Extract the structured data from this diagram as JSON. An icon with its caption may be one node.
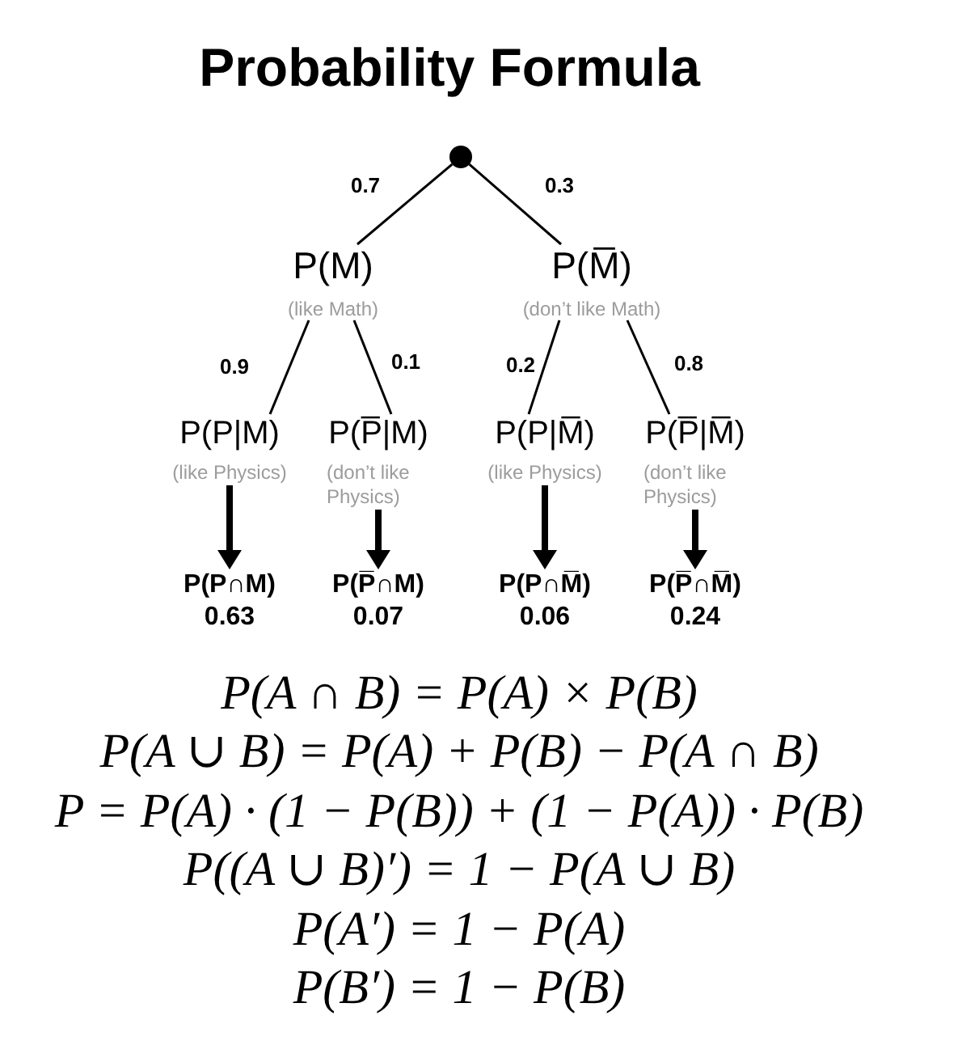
{
  "diagram": {
    "title": "Probability Formula",
    "nodes": [
      {
        "text": [],
        "shape": "circle"
      },
      {
        "text": [
          "P(M)",
          "(like Math)"
        ]
      },
      {
        "text": [
          "P(M̅)",
          "(don’t like Math)"
        ]
      },
      {
        "text": [
          "P(P|M)",
          "(like Physics)"
        ]
      },
      {
        "text": [
          "P(P̅|M)",
          "(don’t like Physics)"
        ]
      },
      {
        "text": [
          "P(P|M̅)",
          "(like Physics)"
        ]
      },
      {
        "text": [
          "P(P̅|M̅)",
          "(don’t like Physics)"
        ]
      },
      {
        "text": [
          "P(P∩M)",
          "0.63"
        ]
      },
      {
        "text": [
          "P(P̅∩M)",
          "0.07"
        ]
      },
      {
        "text": [
          "P(P∩M̅)",
          "0.06"
        ]
      },
      {
        "text": [
          "P(P̅∩M̅)",
          "0.24"
        ]
      }
    ],
    "edges": [
      {
        "from": 0,
        "to": 1,
        "arrow": "none",
        "label": "0.7"
      },
      {
        "from": 0,
        "to": 2,
        "arrow": "none",
        "label": "0.3"
      },
      {
        "from": 1,
        "to": 3,
        "arrow": "none",
        "label": "0.9"
      },
      {
        "from": 1,
        "to": 4,
        "arrow": "none",
        "label": "0.1"
      },
      {
        "from": 2,
        "to": 5,
        "arrow": "none",
        "label": "0.2"
      },
      {
        "from": 2,
        "to": 6,
        "arrow": "none",
        "label": "0.8"
      },
      {
        "from": 3,
        "to": 7,
        "arrow": "to",
        "style": "thick"
      },
      {
        "from": 4,
        "to": 8,
        "arrow": "to",
        "style": "thick"
      },
      {
        "from": 5,
        "to": 9,
        "arrow": "to",
        "style": "thick"
      },
      {
        "from": 6,
        "to": 10,
        "arrow": "to",
        "style": "thick"
      }
    ],
    "labels": [
      "P(A ∩ B) = P(A) × P(B)",
      "P(A ∪ B) = P(A) + P(B) − P(A ∩ B)",
      "P = P(A) · (1 − P(B)) + (1 − P(A)) · P(B)",
      "P((A ∪ B)′) = 1 − P(A ∪ B)",
      "P(A′) = 1 − P(A)",
      "P(B′) = 1 − P(B)"
    ]
  }
}
